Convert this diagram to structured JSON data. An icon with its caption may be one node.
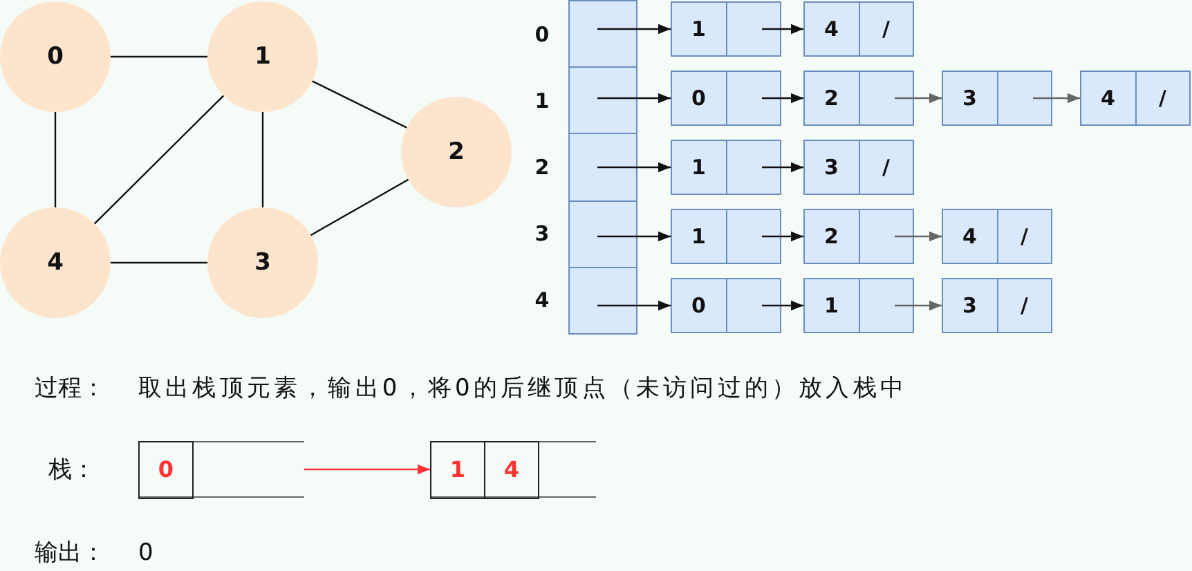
{
  "diagram": {
    "nodes": [
      {
        "text": [
          "0"
        ]
      },
      {
        "text": [
          "1"
        ]
      },
      {
        "text": [
          "2"
        ]
      },
      {
        "text": [
          "4"
        ]
      },
      {
        "text": [
          "3"
        ]
      },
      {
        "text": [],
        "shape": "box",
        "beside": [
          "0"
        ]
      },
      {
        "text": [
          "1"
        ]
      },
      {
        "text": [
          "4",
          "/"
        ]
      },
      {
        "text": [],
        "shape": "box",
        "beside": [
          "1"
        ]
      },
      {
        "text": [
          "0"
        ]
      },
      {
        "text": [
          "2"
        ]
      },
      {
        "text": [
          "3"
        ]
      },
      {
        "text": [
          "4",
          "/"
        ]
      },
      {
        "text": [],
        "shape": "box",
        "beside": [
          "2"
        ]
      },
      {
        "text": [
          "1"
        ]
      },
      {
        "text": [
          "3",
          "/"
        ]
      },
      {
        "text": [],
        "shape": "box",
        "beside": [
          "3"
        ]
      },
      {
        "text": [
          "1"
        ]
      },
      {
        "text": [
          "2"
        ]
      },
      {
        "text": [
          "4",
          "/"
        ]
      },
      {
        "text": [],
        "shape": "box",
        "beside": [
          "4"
        ]
      },
      {
        "text": [
          "0"
        ]
      },
      {
        "text": [
          "1"
        ]
      },
      {
        "text": [
          "3",
          "/"
        ]
      },
      {
        "text": [
          "0"
        ]
      },
      {
        "text": [
          "1",
          "4"
        ]
      }
    ],
    "edges": [
      {
        "from": 0,
        "to": 1,
        "arrow": "none"
      },
      {
        "from": 0,
        "to": 3,
        "arrow": "none"
      },
      {
        "from": 1,
        "to": 2,
        "arrow": "none"
      },
      {
        "from": 1,
        "to": 3,
        "arrow": "none"
      },
      {
        "from": 1,
        "to": 4,
        "arrow": "none"
      },
      {
        "from": 2,
        "to": 4,
        "arrow": "none"
      },
      {
        "from": 3,
        "to": 4,
        "arrow": "none"
      },
      {
        "from": 5,
        "to": 6,
        "arrow": "to"
      },
      {
        "from": 6,
        "to": 7,
        "arrow": "to"
      },
      {
        "from": 8,
        "to": 9,
        "arrow": "to"
      },
      {
        "from": 9,
        "to": 10,
        "arrow": "to"
      },
      {
        "from": 10,
        "to": 11,
        "arrow": "to",
        "color": "#666666"
      },
      {
        "from": 11,
        "to": 12,
        "arrow": "to",
        "color": "#666666"
      },
      {
        "from": 13,
        "to": 14,
        "arrow": "to"
      },
      {
        "from": 14,
        "to": 15,
        "arrow": "to"
      },
      {
        "from": 16,
        "to": 17,
        "arrow": "to"
      },
      {
        "from": 17,
        "to": 18,
        "arrow": "to"
      },
      {
        "from": 18,
        "to": 19,
        "arrow": "to",
        "color": "#666666"
      },
      {
        "from": 20,
        "to": 21,
        "arrow": "to"
      },
      {
        "from": 21,
        "to": 22,
        "arrow": "to"
      },
      {
        "from": 22,
        "to": 23,
        "arrow": "to",
        "color": "#666666"
      },
      {
        "from": 24,
        "to": 25,
        "arrow": "to",
        "color": "#ff3333"
      }
    ],
    "labels": [
      "过程：",
      "取出栈顶元素，输出0，将0的后继顶点（未访问过的）放入栈中",
      "栈：",
      "输出：",
      "0"
    ]
  }
}
